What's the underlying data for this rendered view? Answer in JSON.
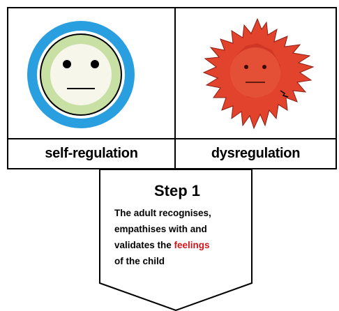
{
  "panels": {
    "left_label": "self-regulation",
    "right_label": "dysregulation",
    "left_icon": "calm-face-icon",
    "right_icon": "spiky-red-face-icon"
  },
  "step": {
    "title": "Step 1",
    "line1": "The adult recognises,",
    "line2": "empathises with and",
    "line3_prefix": "validates the ",
    "line3_highlight": "feelings",
    "line4": "of the child"
  },
  "colors": {
    "ring_blue": "#2a9fe0",
    "face_green": "#c8e0a4",
    "face_cream": "#f6f6ea",
    "dysreg_red": "#e2432c",
    "dysreg_dark": "#c42e1f",
    "highlight_red": "#d1161b",
    "line_black": "#000000"
  }
}
